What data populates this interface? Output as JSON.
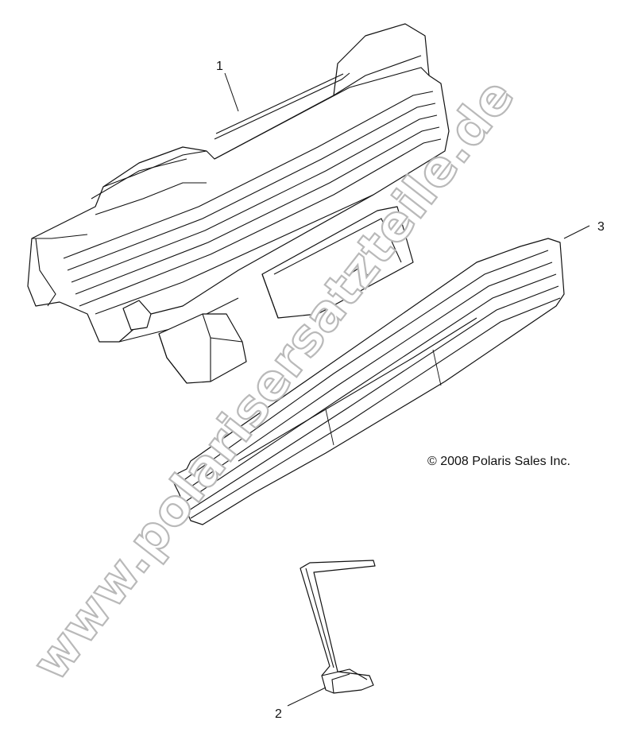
{
  "callouts": [
    {
      "id": "1",
      "label": "1"
    },
    {
      "id": "2",
      "label": "2"
    },
    {
      "id": "3",
      "label": "3"
    }
  ],
  "copyright": "© 2008 Polaris Sales Inc.",
  "watermark": "www.polarisersatzteile.de"
}
